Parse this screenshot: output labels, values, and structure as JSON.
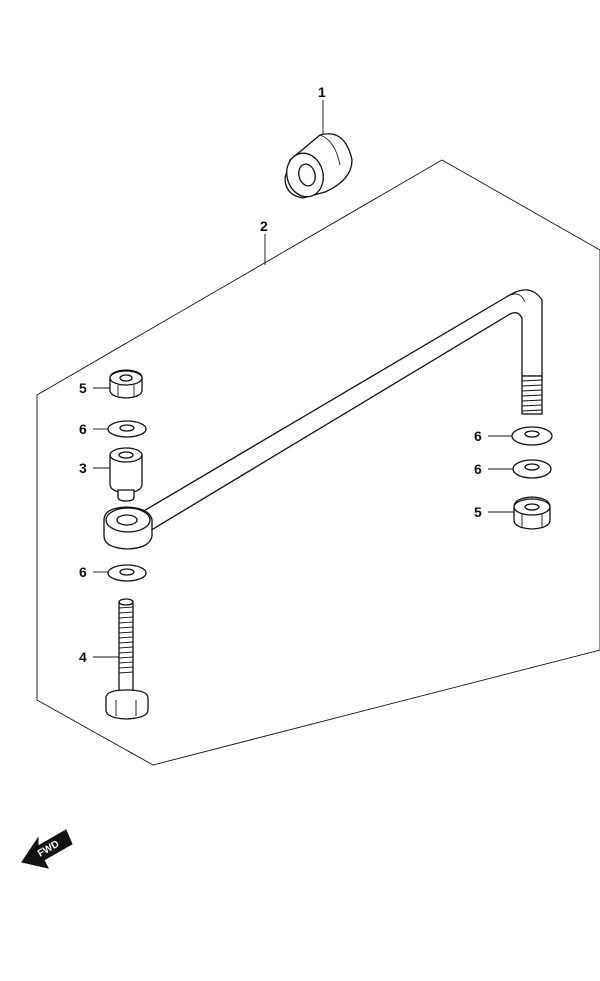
{
  "callouts": {
    "p1": "1",
    "p2": "2",
    "p3": "3",
    "p4": "4",
    "p5_left": "5",
    "p6_left_top": "6",
    "p6_left_bottom": "6",
    "p6_right_top": "6",
    "p6_right_mid": "6",
    "p5_right": "5"
  },
  "fwd_label": "FWD",
  "colors": {
    "ink": "#111111",
    "background": "#ffffff"
  },
  "icons": {
    "direction": "fwd-arrow-icon"
  }
}
